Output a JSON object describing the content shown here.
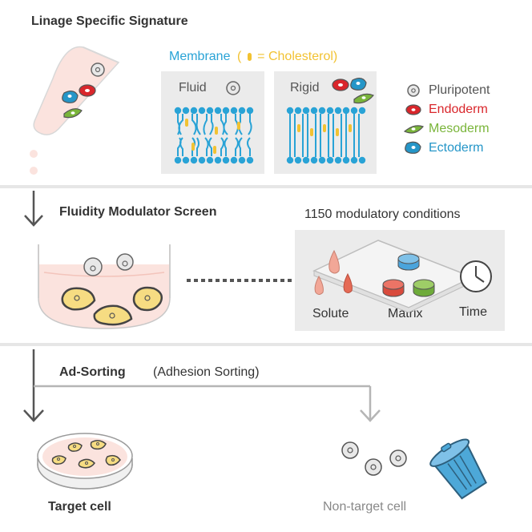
{
  "section1": {
    "title": "Linage Specific Signature",
    "membrane": {
      "label": "Membrane",
      "paren_open": "(",
      "cholesterol_label": "= Cholesterol)",
      "fluid_label": "Fluid",
      "rigid_label": "Rigid"
    },
    "legend": [
      {
        "label": "Pluripotent",
        "color": "#555555"
      },
      {
        "label": "Endoderm",
        "color": "#d9262b"
      },
      {
        "label": "Mesoderm",
        "color": "#7ab53a"
      },
      {
        "label": "Ectoderm",
        "color": "#2596c8"
      }
    ]
  },
  "section2": {
    "title": "Fluidity Modulator Screen",
    "conditions_label": "1150 modulatory conditions",
    "items": {
      "solute": "Solute",
      "matrix": "Matrix",
      "time": "Time"
    }
  },
  "section3": {
    "title": "Ad-Sorting",
    "subtitle": "(Adhesion Sorting)",
    "target_label": "Target cell",
    "nontarget_label": "Non-target cell"
  },
  "colors": {
    "membrane_blue": "#29a3d6",
    "cholesterol": "#f2c232",
    "endoderm": "#d9262b",
    "mesoderm": "#7ab53a",
    "ectoderm": "#2596c8",
    "arrow_dark": "#555555",
    "arrow_light": "#b5b5b5"
  }
}
